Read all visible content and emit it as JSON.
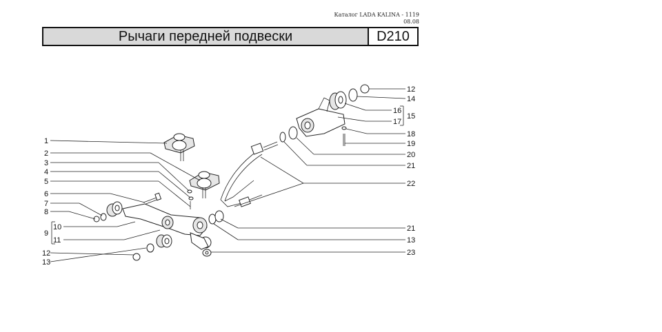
{
  "header": {
    "catalog": "Каталог LADA KALINA - 1119",
    "date": "08.08"
  },
  "title": {
    "text": "Рычаги передней подвески",
    "code": "D210"
  },
  "labels_left": [
    "1",
    "2",
    "3",
    "4",
    "5",
    "6",
    "7",
    "8",
    "10",
    "9",
    "11",
    "12",
    "13"
  ],
  "labels_right": [
    "12",
    "14",
    "16",
    "15",
    "17",
    "18",
    "19",
    "20",
    "21",
    "22",
    "21",
    "13",
    "23"
  ],
  "colors": {
    "line": "#222222",
    "title_fill": "#d9d9d9"
  }
}
